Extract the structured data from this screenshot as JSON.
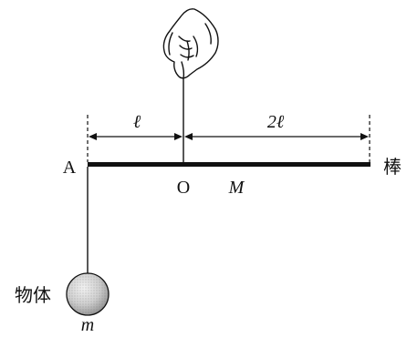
{
  "figure": {
    "labels": {
      "point_a": "A",
      "point_o": "O",
      "rod_mass": "M",
      "rod": "棒",
      "left_length": "ℓ",
      "right_length": "2ℓ",
      "object": "物体",
      "object_mass": "m"
    },
    "proportions": {
      "left_segment": 1,
      "right_segment": 2
    },
    "icons": [
      "hand-icon",
      "ball-icon"
    ],
    "colors": {
      "ink": "#111111",
      "ball_fill": "#d0d0d0"
    }
  }
}
